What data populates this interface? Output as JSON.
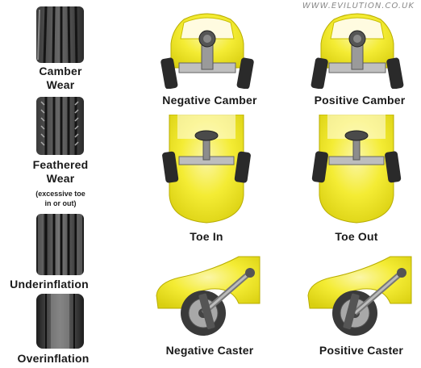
{
  "watermark": "WWW.EVILUTION.CO.UK",
  "tires": [
    {
      "label_line1": "Camber",
      "label_line2": "Wear"
    },
    {
      "label_line1": "Feathered",
      "label_line2": "Wear",
      "note_line1": "(excessive toe",
      "note_line2": "in or out)"
    },
    {
      "label_line1": "Underinflation"
    },
    {
      "label_line1": "Overinflation"
    }
  ],
  "diagrams": {
    "negative_camber": "Negative Camber",
    "positive_camber": "Positive Camber",
    "toe_in": "Toe In",
    "toe_out": "Toe Out",
    "negative_caster": "Negative Caster",
    "positive_caster": "Positive Caster"
  },
  "colors": {
    "car_yellow": "#f2ea1c",
    "tire_dark": "#2b2b2b",
    "metal_grey": "#9a9a9a"
  }
}
